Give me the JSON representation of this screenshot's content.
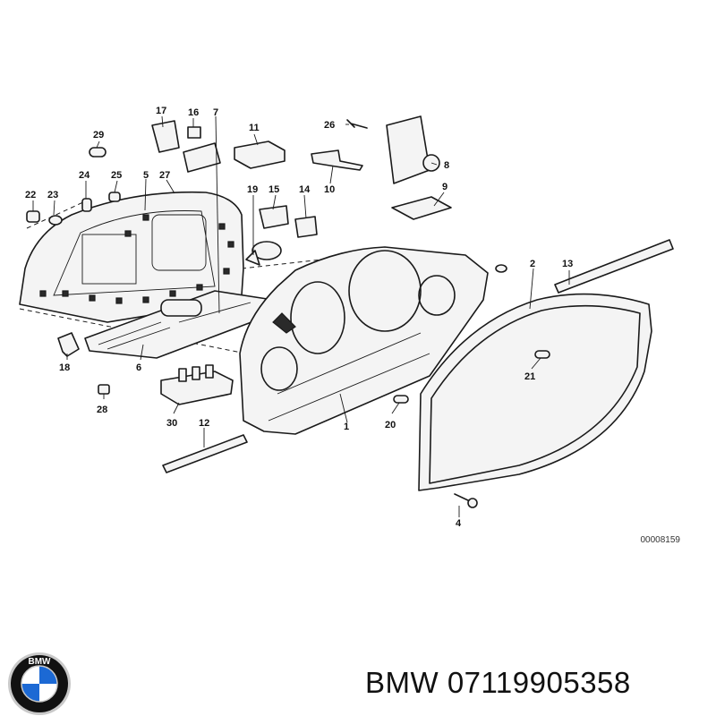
{
  "callouts": {
    "c1": "1",
    "c2": "2",
    "c4": "4",
    "c5": "5",
    "c6": "6",
    "c7": "7",
    "c8": "8",
    "c9": "9",
    "c10": "10",
    "c11": "11",
    "c12": "12",
    "c13": "13",
    "c14": "14",
    "c15": "15",
    "c16": "16",
    "c17": "17",
    "c18": "18",
    "c19": "19",
    "c20": "20",
    "c21": "21",
    "c22": "22",
    "c23": "23",
    "c24": "24",
    "c25": "25",
    "c26": "26",
    "c27": "27",
    "c28": "28",
    "c29": "29",
    "c30": "30"
  },
  "reference_code": "00008159",
  "logo": {
    "name": "bmw-roundel-icon",
    "text": "BMW",
    "colors": {
      "blue": "#1c69d4",
      "white": "#ffffff",
      "ring": "#111111",
      "chrome": "#c9c9c9"
    }
  },
  "part_label": "BMW 07119905358"
}
